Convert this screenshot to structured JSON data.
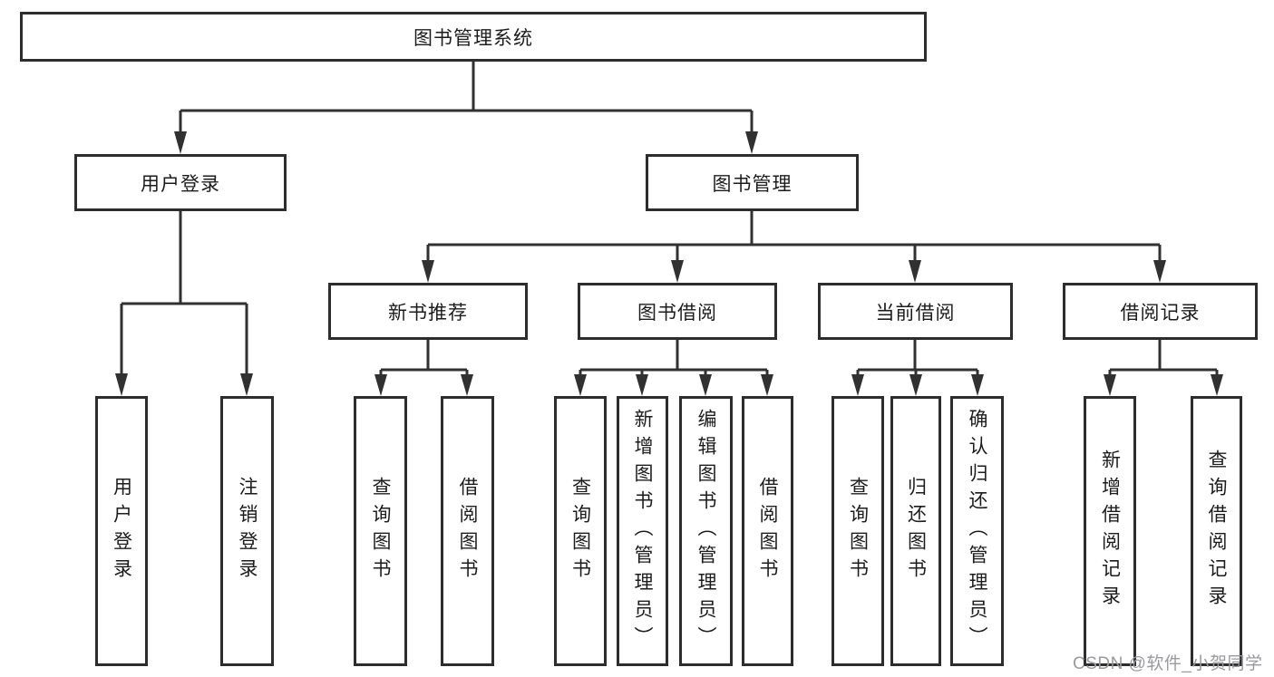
{
  "diagram": {
    "root": {
      "label": "图书管理系统"
    },
    "branches": [
      {
        "label": "用户登录",
        "children": [
          {
            "label": "用户登录"
          },
          {
            "label": "注销登录"
          }
        ]
      },
      {
        "label": "图书管理",
        "children": [
          {
            "label": "新书推荐",
            "children": [
              {
                "label": "查询图书"
              },
              {
                "label": "借阅图书"
              }
            ]
          },
          {
            "label": "图书借阅",
            "children": [
              {
                "label": "查询图书"
              },
              {
                "label": "新增图书（管理员）"
              },
              {
                "label": "编辑图书（管理员）"
              },
              {
                "label": "借阅图书"
              }
            ]
          },
          {
            "label": "当前借阅",
            "children": [
              {
                "label": "查询图书"
              },
              {
                "label": "归还图书"
              },
              {
                "label": "确认归还（管理员）"
              }
            ]
          },
          {
            "label": "借阅记录",
            "children": [
              {
                "label": "新增借阅记录"
              },
              {
                "label": "查询借阅记录"
              }
            ]
          }
        ]
      }
    ]
  },
  "watermark": {
    "text": "CSDN @软件_小贺同学"
  },
  "colors": {
    "line": "#313131",
    "box_border": "#2d2d2d",
    "text": "#1c1c1c",
    "watermark": "#9a9a9e",
    "background": "#ffffff"
  }
}
